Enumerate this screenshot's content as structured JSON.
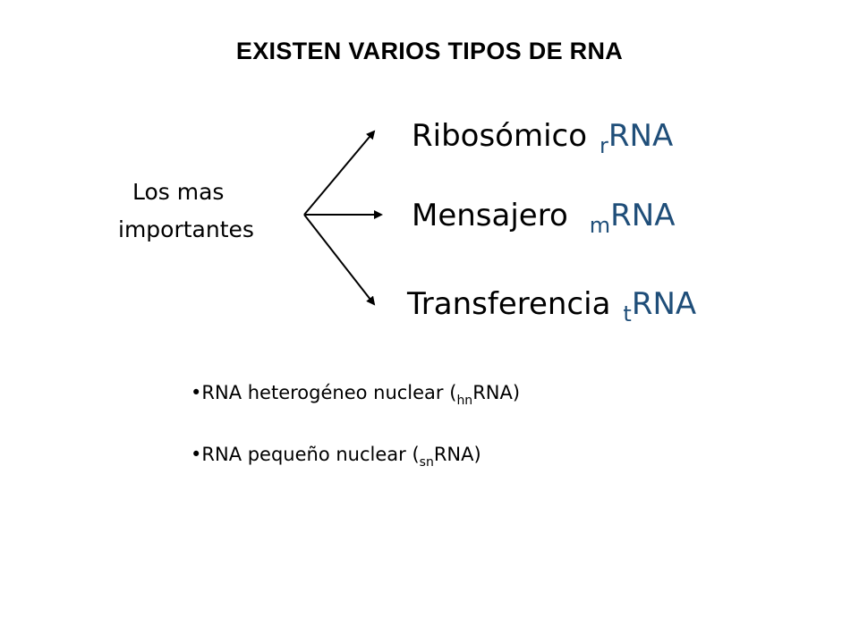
{
  "title": "EXISTEN VARIOS TIPOS DE RNA",
  "source": {
    "line1": "Los mas",
    "line2": "importantes"
  },
  "types": [
    {
      "name": "Ribosómico",
      "prefix": "r",
      "suffix": "RNA"
    },
    {
      "name": "Mensajero",
      "prefix": "m",
      "suffix": "RNA"
    },
    {
      "name": "Transferencia",
      "prefix": "t",
      "suffix": "RNA"
    }
  ],
  "bullets": [
    {
      "bullet": "•",
      "text": "RNA heterogéneo nuclear (",
      "sub": "hn",
      "tail": "RNA)"
    },
    {
      "bullet": "•",
      "text": "RNA pequeño nuclear (",
      "sub": "sn",
      "tail": "RNA)"
    }
  ],
  "colors": {
    "accent": "#1f4e79",
    "text": "#000000"
  }
}
